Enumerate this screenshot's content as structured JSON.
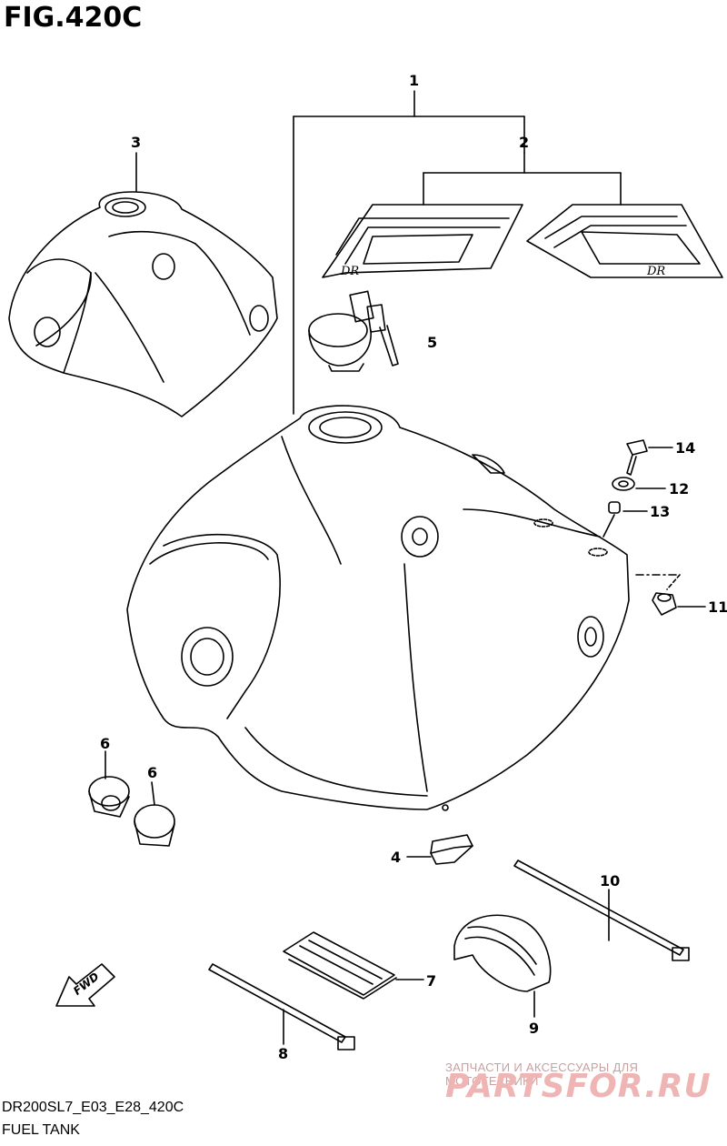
{
  "figure": {
    "title": "FIG.420C",
    "model_code": "DR200SL7_E03_E28_420C",
    "section_name": "FUEL TANK"
  },
  "callouts": {
    "c1": "1",
    "c2": "2",
    "c3": "3",
    "c4": "4",
    "c5": "5",
    "c6a": "6",
    "c6b": "6",
    "c7": "7",
    "c8": "8",
    "c9": "9",
    "c10": "10",
    "c11": "11",
    "c12": "12",
    "c13": "13",
    "c14": "14"
  },
  "arrow_label": "FWD",
  "decal_text": "DR",
  "watermark": {
    "tagline": "ЗАПЧАСТИ И АКСЕССУАРЫ ДЛЯ МОТОТЕХНИКИ",
    "logo": "PARTSFOR.RU"
  }
}
